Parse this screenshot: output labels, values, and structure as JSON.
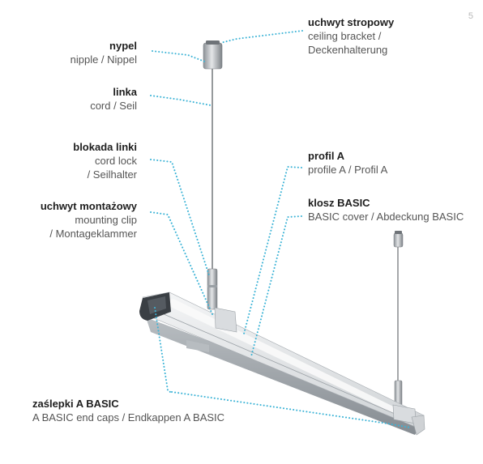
{
  "page_number": "5",
  "labels": {
    "nipple": {
      "title": "nypel",
      "sub": "nipple / Nippel"
    },
    "cord": {
      "title": "linka",
      "sub": "cord / Seil"
    },
    "cord_lock": {
      "title": "blokada linki",
      "sub_1": "cord lock",
      "sub_2": "/ Seilhalter"
    },
    "mounting_clip": {
      "title": "uchwyt montażowy",
      "sub_1": "mounting clip",
      "sub_2": "/ Montageklammer"
    },
    "ceiling_bracket": {
      "title": "uchwyt stropowy",
      "sub_1": "ceiling bracket /",
      "sub_2": "Deckenhalterung"
    },
    "profile": {
      "title": "profil A",
      "sub": "profile A / Profil A"
    },
    "cover": {
      "title": "klosz BASIC",
      "sub": "BASIC cover / Abdeckung BASIC"
    },
    "end_caps": {
      "title": "zaślepki A BASIC",
      "sub": "A BASIC end caps / Endkappen A BASIC"
    }
  },
  "colors": {
    "leader_line": "#3bb3d6",
    "profile_light": "#e6e8ea",
    "profile_mid": "#c2c6ca",
    "profile_dark": "#8f959b",
    "end_cap": "#3a3f44",
    "cord": "#6a6e72"
  }
}
